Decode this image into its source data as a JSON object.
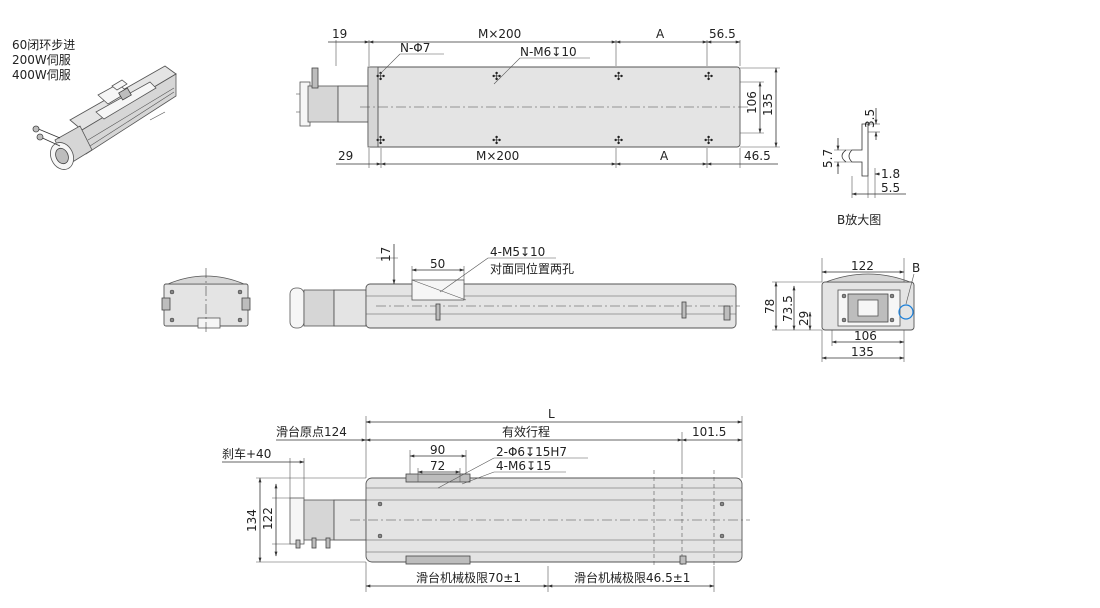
{
  "motor_options": [
    "60闭环步进",
    "200W伺服",
    "400W伺服"
  ],
  "top_view": {
    "dim_19": "19",
    "dim_m200_top": "M×200",
    "dim_a_top": "A",
    "dim_56_5": "56.5",
    "label_n_phi7": "N-Φ7",
    "label_n_m6": "N-M6↧10",
    "dim_106": "106",
    "dim_135": "135",
    "dim_29": "29",
    "dim_m200_bottom": "M×200",
    "dim_a_bottom": "A",
    "dim_46_5": "46.5"
  },
  "detail_b": {
    "dim_3_5": "3.5",
    "dim_5_7": "5.7",
    "dim_1_8": "1.8",
    "dim_5_5": "5.5",
    "caption": "B放大图"
  },
  "side_view": {
    "dim_17": "17",
    "dim_50": "50",
    "label_m5": "4-M5↧10",
    "label_opposite": "对面同位置两孔"
  },
  "end_view": {
    "dim_122": "122",
    "label_b": "B",
    "dim_78": "78",
    "dim_73_5": "73.5",
    "dim_29": "29",
    "dim_106": "106",
    "dim_135": "135"
  },
  "bottom_view": {
    "dim_l": "L",
    "label_origin": "滑台原点124",
    "label_stroke": "有效行程",
    "dim_101_5": "101.5",
    "label_brake": "刹车+40",
    "dim_90": "90",
    "dim_72": "72",
    "label_phi6": "2-Φ6↧15H7",
    "label_m6": "4-M6↧15",
    "dim_134": "134",
    "dim_122": "122",
    "label_limit_70": "滑台机械极限70±1",
    "label_limit_46_5": "滑台机械极限46.5±1"
  }
}
